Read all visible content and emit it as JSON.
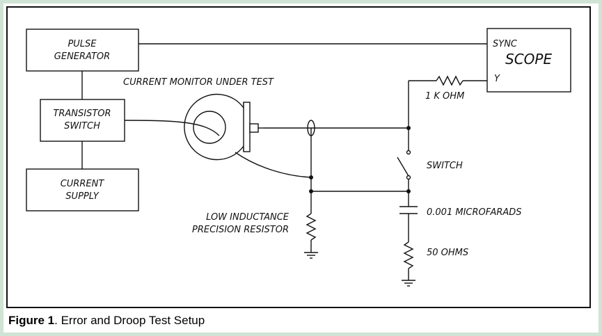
{
  "blocks": {
    "pulse_generator": [
      "PULSE",
      "GENERATOR"
    ],
    "transistor_switch": [
      "TRANSISTOR",
      "SWITCH"
    ],
    "current_supply": [
      "CURRENT",
      "SUPPLY"
    ],
    "scope_sync": "SYNC",
    "scope_title": "SCOPE",
    "scope_y": "Y"
  },
  "labels": {
    "current_monitor": "CURRENT MONITOR UNDER TEST",
    "resistor_1k": "1 K OHM",
    "switch": "SWITCH",
    "capacitor": "0.001 MICROFARADS",
    "resistor_50": "50 OHMS",
    "precision_resistor": [
      "LOW INDUCTANCE",
      "PRECISION RESISTOR"
    ]
  },
  "caption": {
    "bold": "Figure 1",
    "text": ". Error and Droop Test Setup"
  }
}
